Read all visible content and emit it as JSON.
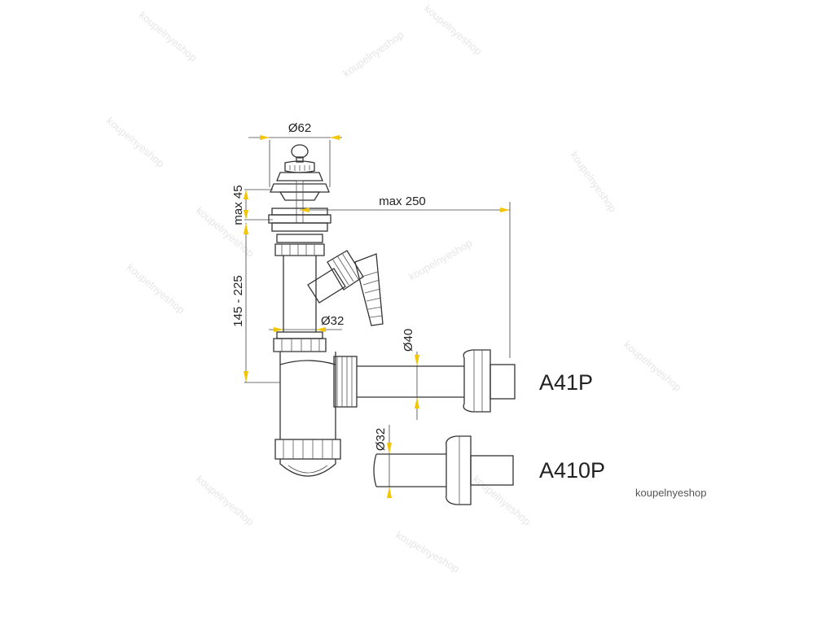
{
  "colors": {
    "dimension": "#f2c500",
    "line": "#333333",
    "text": "#222222"
  },
  "dimensions": {
    "d62": "Ø62",
    "max45": "max 45",
    "max250": "max 250",
    "range": "145 - 225",
    "d32_outlet": "Ø32",
    "d40": "Ø40",
    "d32_tube": "Ø32"
  },
  "labels": {
    "a41p": "A41P",
    "a410p": "A410P"
  },
  "watermark": "koupelnyeshop",
  "brand": "koupelnyeshop"
}
